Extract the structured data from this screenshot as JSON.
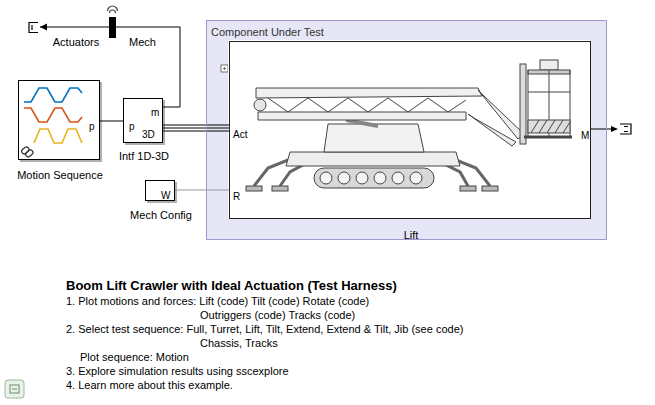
{
  "diagram": {
    "title": "Boom Lift Crawler with Ideal Actuation (Test Harness)",
    "nodes": [
      {
        "text": [
          "Actuators"
        ]
      },
      {
        "text": [
          "Mech"
        ]
      },
      {
        "text": [
          "p",
          "Motion Sequence"
        ]
      },
      {
        "text": [
          "m",
          "p",
          "3D",
          "Intf 1D-3D"
        ]
      },
      {
        "text": [
          "W",
          "Mech Config"
        ]
      },
      {
        "text": [
          "Component Under Test"
        ]
      },
      {
        "text": [
          "Act",
          "R",
          "M",
          "Lift"
        ],
        "in": 5
      }
    ],
    "edges": [
      {
        "from": 2,
        "to": 3,
        "arrow": "none"
      },
      {
        "from": 3,
        "to": 6,
        "arrow": "none"
      },
      {
        "from": 3,
        "to": 1,
        "arrow": "none"
      },
      {
        "from": 1,
        "to": 0,
        "arrow": "to"
      },
      {
        "from": 4,
        "to": 6,
        "arrow": "none"
      }
    ],
    "labels": [
      "1. Plot motions and forces: Lift (code) Tilt (code) Rotate (code)",
      "Outriggers (code) Tracks (code)",
      "2. Select test sequence: Full, Turret, Lift, Tilt, Extend, Extend & Tilt, Jib (see code)",
      "Chassis, Tracks",
      "Plot sequence: Motion",
      "3. Explore simulation results using sscexplore",
      "4. Learn more about this example."
    ]
  }
}
